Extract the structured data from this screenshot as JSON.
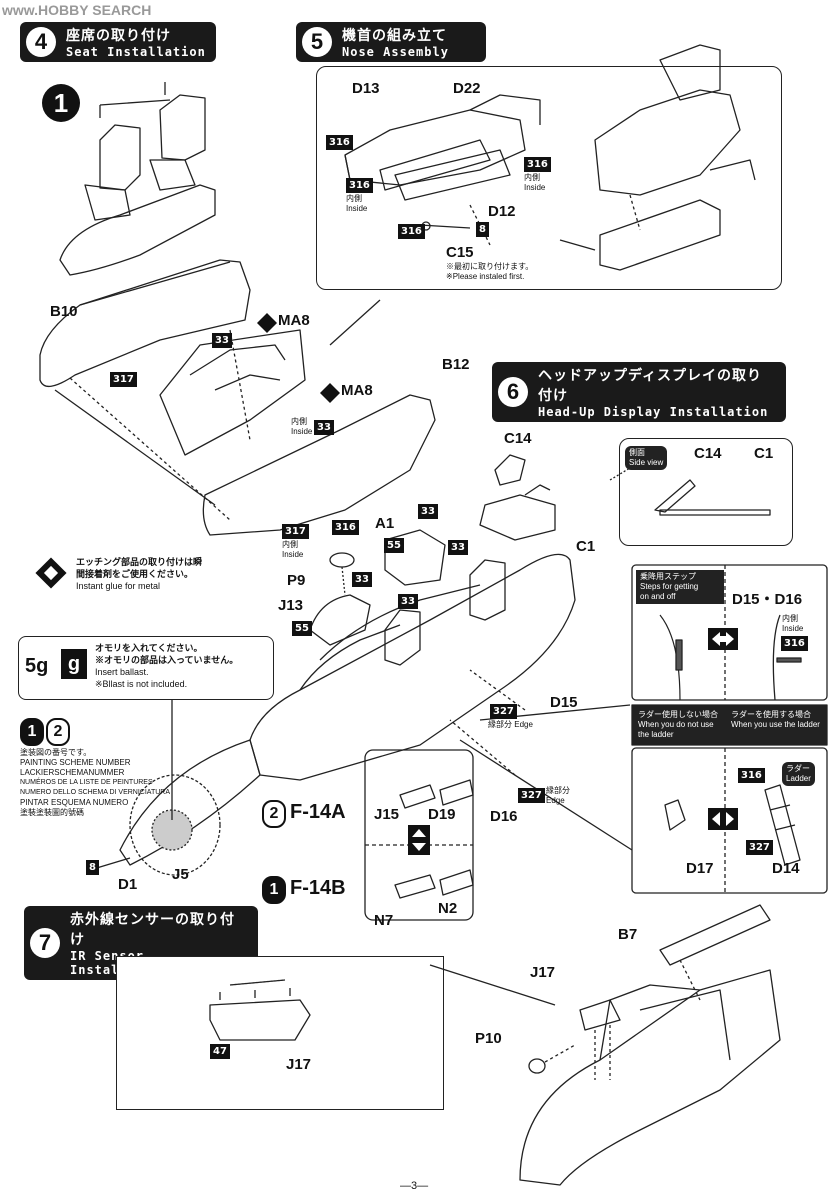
{
  "watermark": "www.HOBBY SEARCH",
  "steps": {
    "s4": {
      "num": "4",
      "jp": "座席の取り付け",
      "en": "Seat Installation"
    },
    "s5": {
      "num": "5",
      "jp": "機首の組み立て",
      "en": "Nose Assembly"
    },
    "s6": {
      "num": "6",
      "jp": "ヘッドアップディスプレイの取り付け",
      "en": "Head-Up Display Installation"
    },
    "s7": {
      "num": "7",
      "jp": "赤外線センサーの取り付け",
      "en": "IR Sensor Installation"
    }
  },
  "sub_step_1": "1",
  "parts": {
    "B10": "B10",
    "B12": "B12",
    "MA8a": "MA8",
    "MA8b": "MA8",
    "D13": "D13",
    "D22": "D22",
    "D12": "D12",
    "C15": "C15",
    "C14": "C14",
    "C1": "C1",
    "C14b": "C14",
    "C1b": "C1",
    "A1": "A1",
    "P9": "P9",
    "J13": "J13",
    "D15": "D15",
    "D15D16": "D15・D16",
    "D16": "D16",
    "J15": "J15",
    "D19": "D19",
    "N7": "N7",
    "N2": "N2",
    "D1": "D1",
    "J5": "J5",
    "D17": "D17",
    "D14": "D14",
    "B7": "B7",
    "J17": "J17",
    "P10": "P10",
    "J17b": "J17"
  },
  "paint_codes": {
    "p33a": "33",
    "p33b": "33",
    "p33c": "33",
    "p33d": "33",
    "p33e": "33",
    "p317a": "317",
    "p317b": "317",
    "p316a": "316",
    "p316b": "316",
    "p316c": "316",
    "p316d": "316",
    "p316e": "316",
    "p8a": "8",
    "p8b": "8",
    "p55a": "55",
    "p55b": "55",
    "p327a": "327",
    "p327b": "327",
    "p327c": "327",
    "p316f": "316",
    "p316g": "316",
    "p47": "47"
  },
  "texts": {
    "inside_jp": "内側",
    "inside_en": "Inside",
    "c15_note_jp": "※最初に取り付けます。",
    "c15_note_en": "※Please instaled first.",
    "side_view_jp": "側面",
    "side_view_en": "Side view",
    "etch_jp1": "エッチング部品の取り付けは瞬",
    "etch_jp2": "間接着剤をご使用ください。",
    "etch_en": "Instant glue for metal",
    "ballast_weight": "5g",
    "ballast_icon": "g",
    "ballast_jp1": "オモリを入れてください。",
    "ballast_jp2": "※オモリの部品は入っていません。",
    "ballast_en1": "Insert ballast.",
    "ballast_en2": "※Bllast is not included.",
    "scheme_num_1": "1",
    "scheme_num_2": "2",
    "scheme_lines": [
      "塗装図の番号です。",
      "PAINTING SCHEME NUMBER",
      "LACKIERSCHEMANUMMER",
      "NUMÉROS DE LA LISTE DE PEINTURES",
      "NUMERO DELLO SCHEMA DI VERNICIATURA",
      "PINTAR ESQUEMA NUMERO",
      "塗裝塗裝圖的號碼"
    ],
    "variant_a_num": "2",
    "variant_a": "F-14A",
    "variant_b_num": "1",
    "variant_b": "F-14B",
    "edge_jp": "縁部分",
    "edge_en": "Edge",
    "steps_jp": "乗降用ステップ",
    "steps_en1": "Steps for getting",
    "steps_en2": "on and off",
    "ladder_no_jp": "ラダー使用しない場合",
    "ladder_no_en1": "When you do not use",
    "ladder_no_en2": "the ladder",
    "ladder_yes_jp": "ラダーを使用する場合",
    "ladder_yes_en": "When you use the ladder",
    "ladder_jp": "ラダー",
    "ladder_en": "Ladder",
    "page_number": "—3—"
  }
}
